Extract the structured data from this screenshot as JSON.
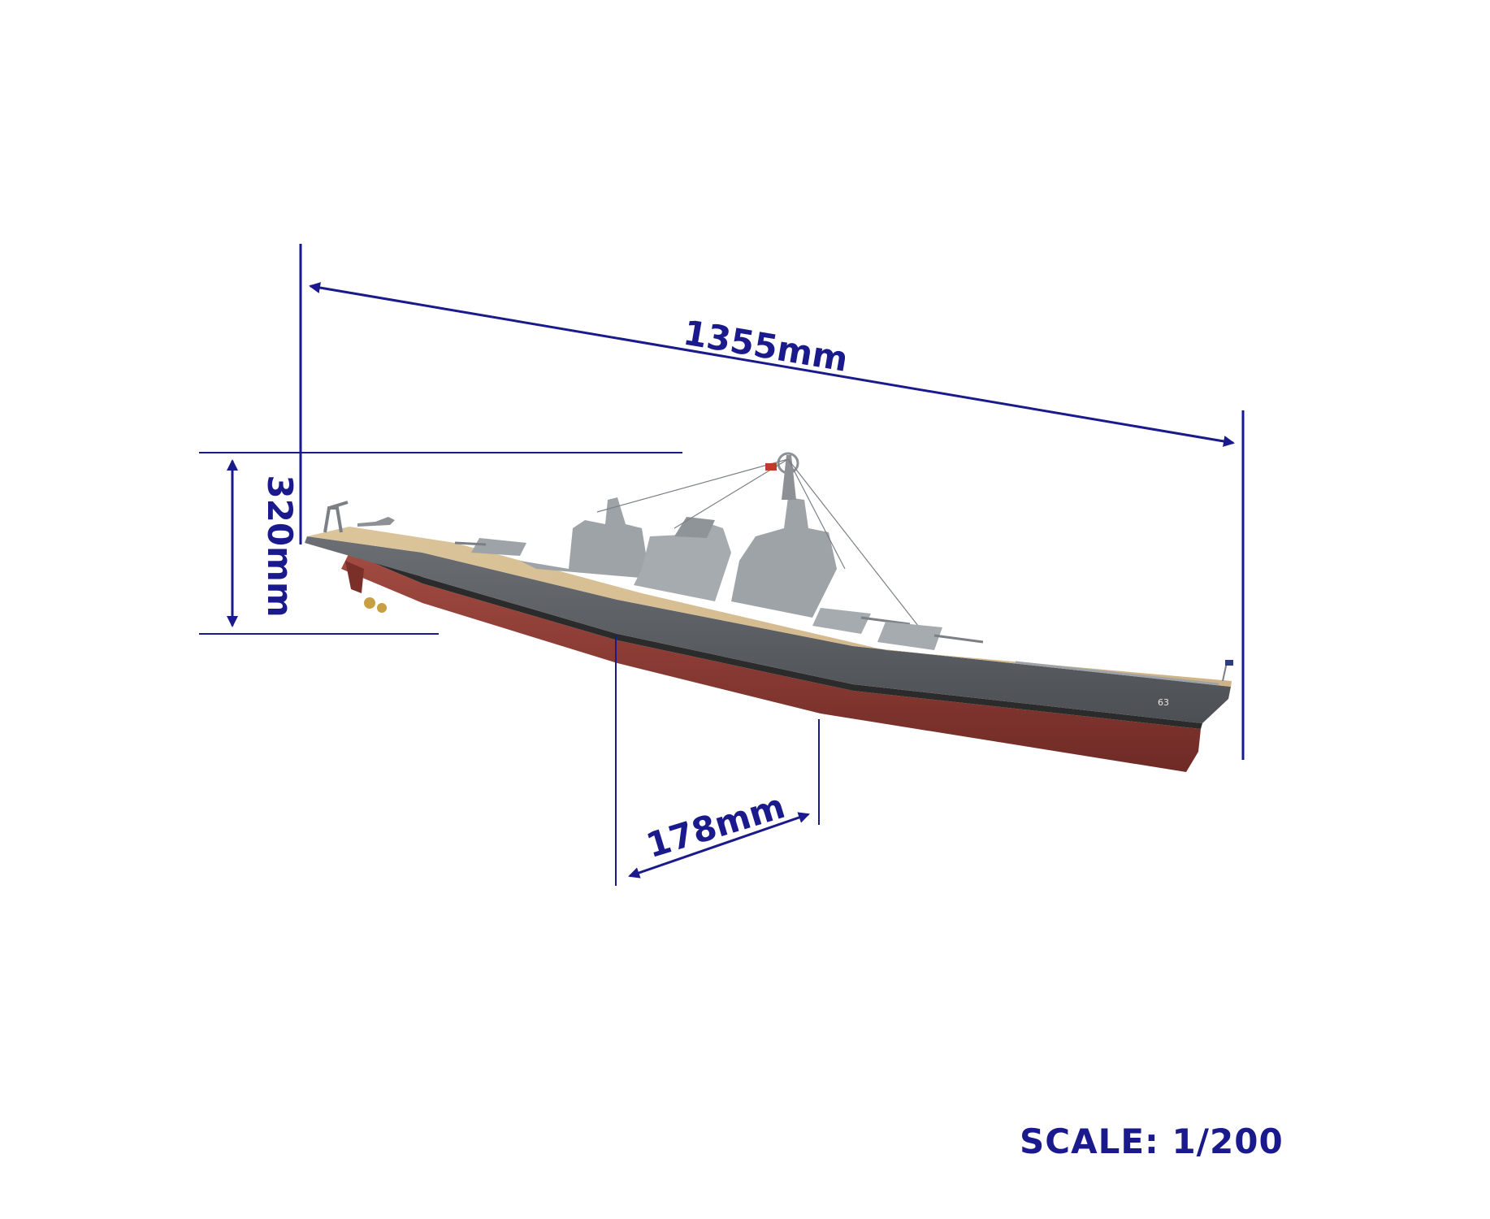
{
  "dimensions": {
    "length_label": "1355mm",
    "height_label": "320mm",
    "beam_label": "178mm"
  },
  "hull_number": "63",
  "scale_label": "SCALE: 1/200",
  "colors": {
    "dimension": "#1a1a8c",
    "hull_red": "#8e3a32",
    "hull_grey": "#5a5d61",
    "superstructure": "#9ea3a8",
    "deck_wood": "#d6bd92"
  }
}
